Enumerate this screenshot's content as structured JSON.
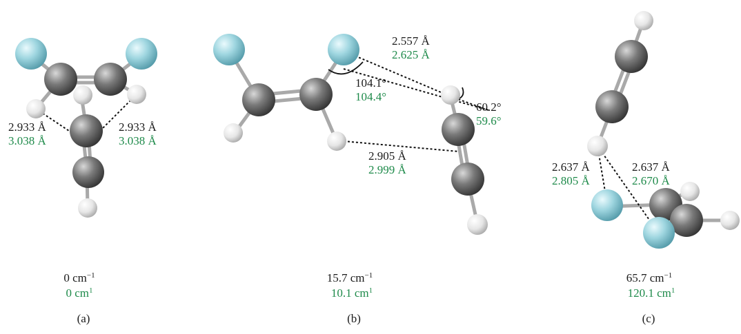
{
  "colors": {
    "method1": "#1a1a1a",
    "method2": "#1e8a4a",
    "fluorine_atom": "#8fd0dc",
    "carbon_atom": "#6d6d6d",
    "hydrogen_atom": "#eeeeee"
  },
  "panels": [
    {
      "caption": "(a)",
      "energy_1": "0 cm",
      "energy_1_exp": "−1",
      "energy_2": "0 cm",
      "energy_2_exp": "1",
      "left_distance_1": "2.933 Å",
      "left_distance_2": "3.038 Å",
      "right_distance_1": "2.933 Å",
      "right_distance_2": "3.038 Å"
    },
    {
      "caption": "(b)",
      "energy_1": "15.7 cm",
      "energy_1_exp": "−1",
      "energy_2": "10.1 cm",
      "energy_2_exp": "1",
      "fh_distance_1": "2.557 Å",
      "fh_distance_2": "2.625 Å",
      "angle_f_1": "104.1°",
      "angle_f_2": "104.4°",
      "angle_h_1": "60.2°",
      "angle_h_2": "59.6°",
      "hc_distance_1": "2.905 Å",
      "hc_distance_2": "2.999 Å"
    },
    {
      "caption": "(c)",
      "energy_1": "65.7 cm",
      "energy_1_exp": "−1",
      "energy_2": "120.1 cm",
      "energy_2_exp": "1",
      "left_distance_1": "2.637 Å",
      "left_distance_2": "2.805 Å",
      "right_distance_1": "2.637 Å",
      "right_distance_2": "2.670 Å"
    }
  ]
}
